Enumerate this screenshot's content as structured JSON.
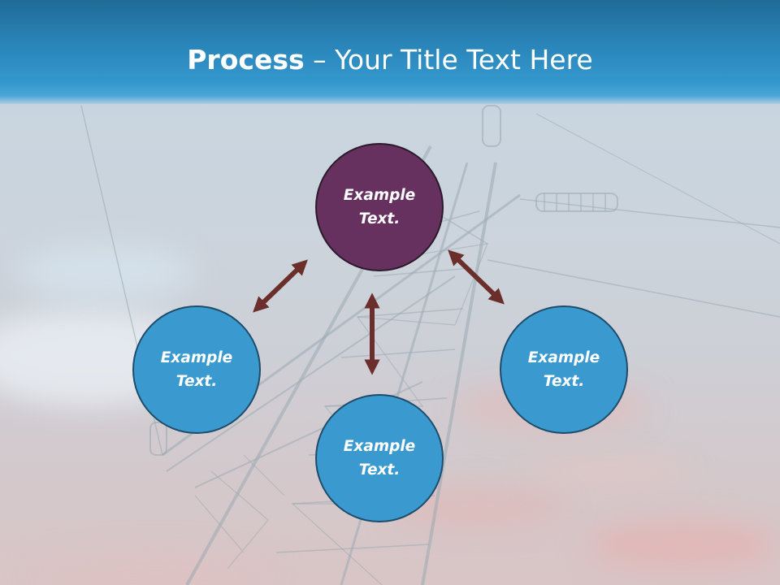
{
  "slide": {
    "title_bold": "Process",
    "title_rest": " – Your Title Text Here"
  },
  "nodes": {
    "top": {
      "line1": "Example",
      "line2": "Text."
    },
    "left": {
      "line1": "Example",
      "line2": "Text."
    },
    "bottom": {
      "line1": "Example",
      "line2": "Text."
    },
    "right": {
      "line1": "Example",
      "line2": "Text."
    }
  },
  "colors": {
    "header": "#2a86ba",
    "node_blue": "#3a9ad0",
    "node_purple": "#66305f",
    "arrow": "#6b2e2a"
  }
}
